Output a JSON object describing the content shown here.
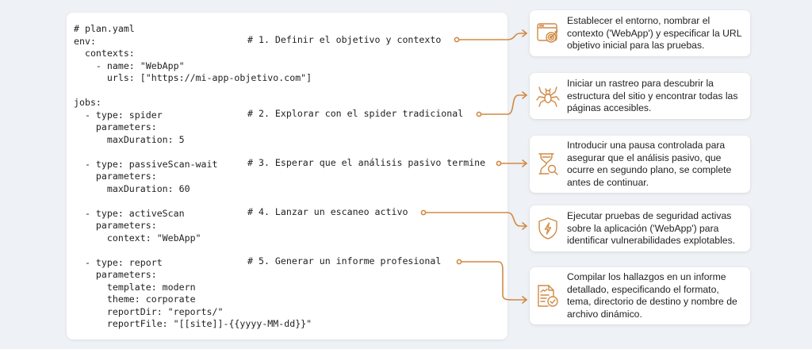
{
  "accent_color": "#d08a45",
  "code": {
    "filename_comment": "# plan.yaml",
    "lines": [
      "# plan.yaml",
      "env:",
      "  contexts:",
      "    - name: \"WebApp\"",
      "      urls: [\"https://mi-app-objetivo.com\"]",
      "",
      "jobs:",
      "  - type: spider",
      "    parameters:",
      "      maxDuration: 5",
      "",
      "  - type: passiveScan-wait",
      "    parameters:",
      "      maxDuration: 60",
      "",
      "  - type: activeScan",
      "    parameters:",
      "      context: \"WebApp\"",
      "",
      "  - type: report",
      "    parameters:",
      "      template: modern",
      "      theme: corporate",
      "      reportDir: \"reports/\"",
      "      reportFile: \"[[site]]-{{yyyy-MM-dd}}\""
    ],
    "comments": [
      "# 1. Definir el objetivo y contexto",
      "# 2. Explorar con el spider tradicional",
      "# 3. Esperar que el análisis pasivo termine",
      "# 4. Lanzar un escaneo activo",
      "# 5. Generar un informe profesional"
    ]
  },
  "cards": [
    {
      "icon": "browser-target-icon",
      "text": "Establecer el entorno, nombrar el contexto ('WebApp') y especificar la URL objetivo inicial para las pruebas."
    },
    {
      "icon": "spider-icon",
      "text": "Iniciar un rastreo para descubrir la estructura del sitio y encontrar todas las páginas accesibles."
    },
    {
      "icon": "hourglass-search-icon",
      "text": "Introducir una pausa controlada para asegurar que el análisis pasivo, que ocurre en segundo plano, se complete antes de continuar."
    },
    {
      "icon": "shield-bolt-icon",
      "text": "Ejecutar pruebas de seguridad activas sobre la aplicación ('WebApp') para identificar vulnerabilidades explotables."
    },
    {
      "icon": "report-check-icon",
      "text": "Compilar los hallazgos en un informe detallado, especificando el formato, tema, directorio de destino y nombre de archivo dinámico."
    }
  ]
}
